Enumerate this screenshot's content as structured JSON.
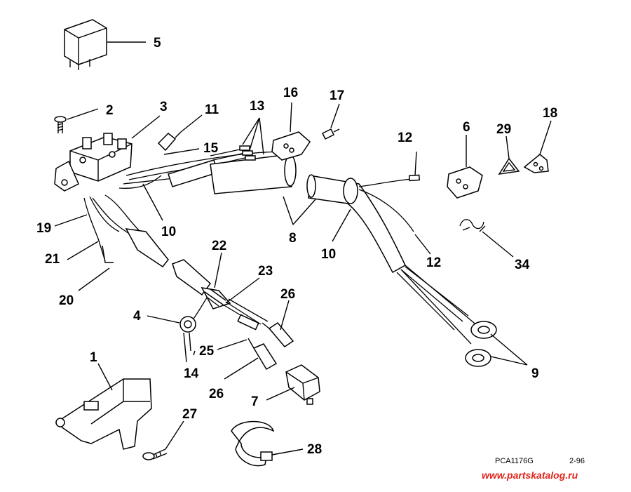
{
  "diagram": {
    "callouts": [
      {
        "id": "c5",
        "text": "5"
      },
      {
        "id": "c2",
        "text": "2"
      },
      {
        "id": "c3",
        "text": "3"
      },
      {
        "id": "c11",
        "text": "11"
      },
      {
        "id": "c13",
        "text": "13"
      },
      {
        "id": "c16",
        "text": "16"
      },
      {
        "id": "c17",
        "text": "17"
      },
      {
        "id": "c15",
        "text": "15"
      },
      {
        "id": "c12a",
        "text": "12"
      },
      {
        "id": "c6",
        "text": "6"
      },
      {
        "id": "c29",
        "text": "29"
      },
      {
        "id": "c18",
        "text": "18"
      },
      {
        "id": "c19",
        "text": "19"
      },
      {
        "id": "c10a",
        "text": "10"
      },
      {
        "id": "c8",
        "text": "8"
      },
      {
        "id": "c10b",
        "text": "10"
      },
      {
        "id": "c12b",
        "text": "12"
      },
      {
        "id": "c34",
        "text": "34"
      },
      {
        "id": "c21",
        "text": "21"
      },
      {
        "id": "c22",
        "text": "22"
      },
      {
        "id": "c20",
        "text": "20"
      },
      {
        "id": "c23",
        "text": "23"
      },
      {
        "id": "c26a",
        "text": "26"
      },
      {
        "id": "c4",
        "text": "4"
      },
      {
        "id": "c25",
        "text": "25"
      },
      {
        "id": "c14",
        "text": "14"
      },
      {
        "id": "c9",
        "text": "9"
      },
      {
        "id": "c1",
        "text": "1"
      },
      {
        "id": "c26b",
        "text": "26"
      },
      {
        "id": "c7",
        "text": "7"
      },
      {
        "id": "c27",
        "text": "27"
      },
      {
        "id": "c28",
        "text": "28"
      }
    ],
    "drawing_code": "PCA1176G",
    "revision": "2-96",
    "watermark": "www.partskatalog.ru",
    "watermark_color": "#e0241b"
  }
}
